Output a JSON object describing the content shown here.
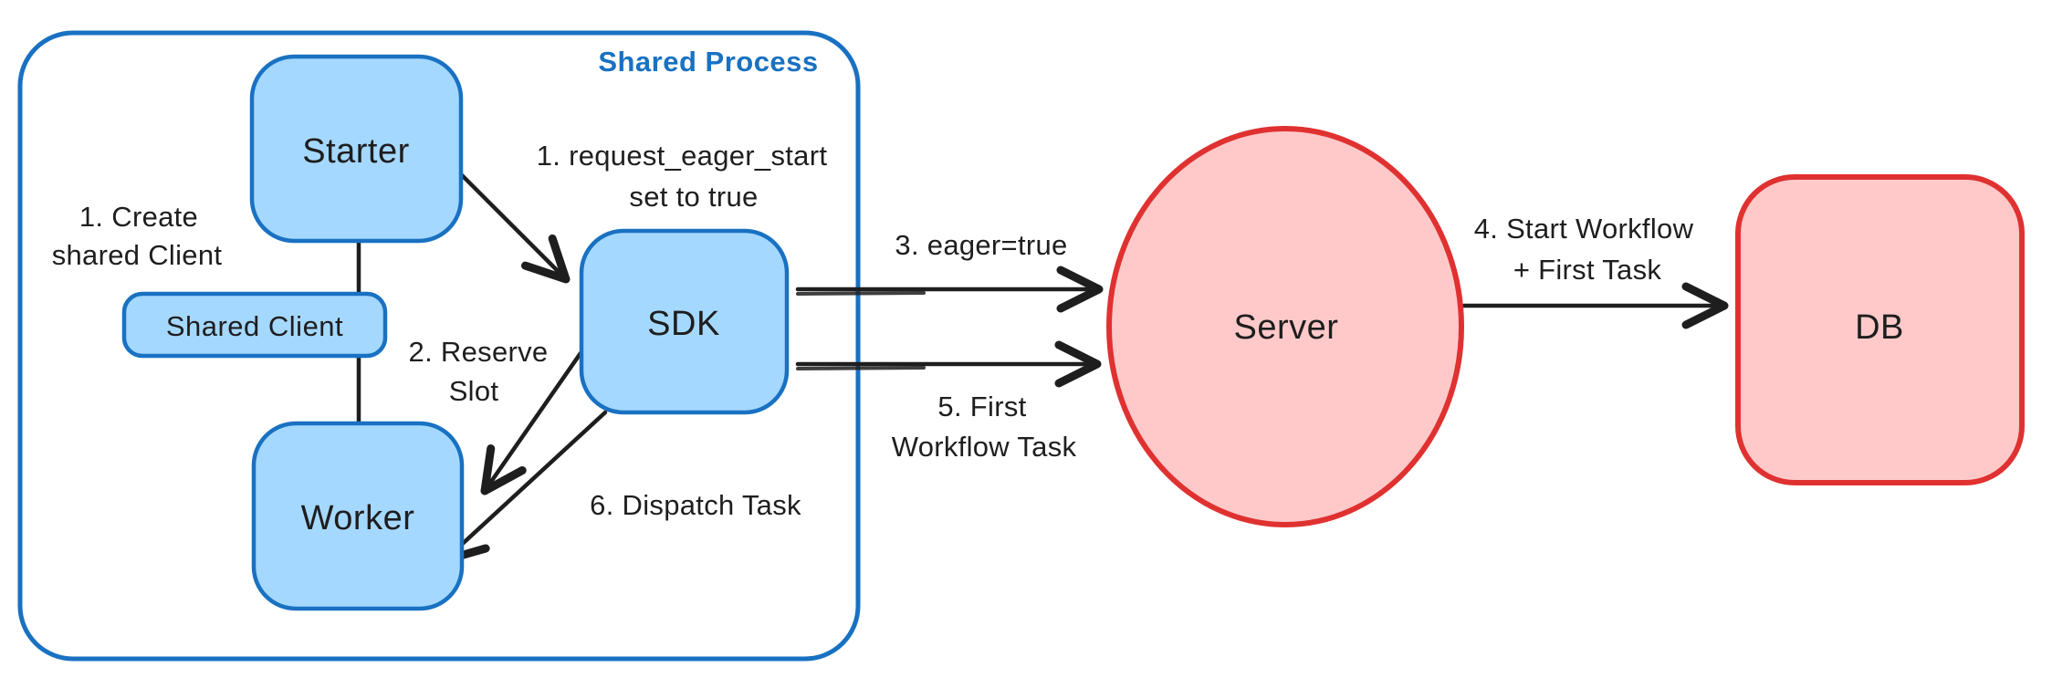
{
  "diagram": {
    "container": {
      "label": "Shared Process"
    },
    "nodes": {
      "starter": "Starter",
      "shared_client": "Shared Client",
      "worker": "Worker",
      "sdk": "SDK",
      "server": "Server",
      "db": "DB"
    },
    "annotations": {
      "create_shared_client": {
        "line1": "1. Create",
        "line2": "shared Client"
      },
      "request_eager_start": {
        "line1": "1. request_eager_start",
        "line2": "set to true"
      },
      "reserve_slot": {
        "line1": "2. Reserve",
        "line2": "Slot"
      },
      "eager_true": {
        "text": "3. eager=true"
      },
      "start_workflow": {
        "line1": "4. Start Workflow",
        "line2": "+ First Task"
      },
      "first_workflow_task": {
        "line1": "5. First",
        "line2": "Workflow Task"
      },
      "dispatch_task": {
        "text": "6. Dispatch Task"
      }
    },
    "colors": {
      "blue_stroke": "#1971c2",
      "blue_fill": "#a5d8ff",
      "red_stroke": "#e03131",
      "red_fill": "#ffc9c9",
      "ink": "#1e1e1e",
      "background": "#ffffff"
    }
  }
}
